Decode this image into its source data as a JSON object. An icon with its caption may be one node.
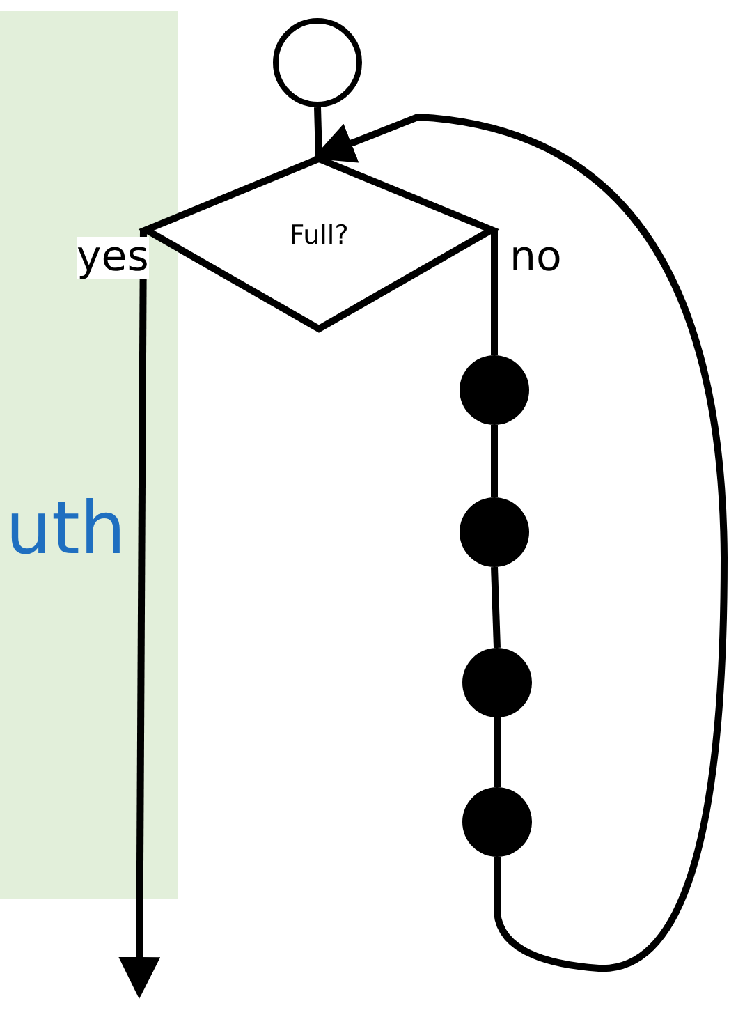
{
  "diagram": {
    "nodes": [
      {
        "text": [
          "uth"
        ]
      },
      {
        "text": [],
        "shape": "circle"
      },
      {
        "text": [
          "Full?"
        ]
      },
      {
        "text": [],
        "shape": "circle"
      },
      {
        "text": [],
        "shape": "circle"
      },
      {
        "text": [],
        "shape": "circle"
      },
      {
        "text": [],
        "shape": "circle"
      }
    ],
    "edges": [
      {
        "from": 1,
        "to": 2,
        "arrow": "none"
      },
      {
        "from": 2,
        "to": null,
        "arrow": "to",
        "label": "yes"
      },
      {
        "from": 2,
        "to": 3,
        "arrow": "none",
        "label": "no"
      },
      {
        "from": 3,
        "to": 4,
        "arrow": "none"
      },
      {
        "from": 4,
        "to": 5,
        "arrow": "none"
      },
      {
        "from": 5,
        "to": 6,
        "arrow": "none"
      },
      {
        "from": 6,
        "to": 2,
        "arrow": "to"
      }
    ]
  }
}
